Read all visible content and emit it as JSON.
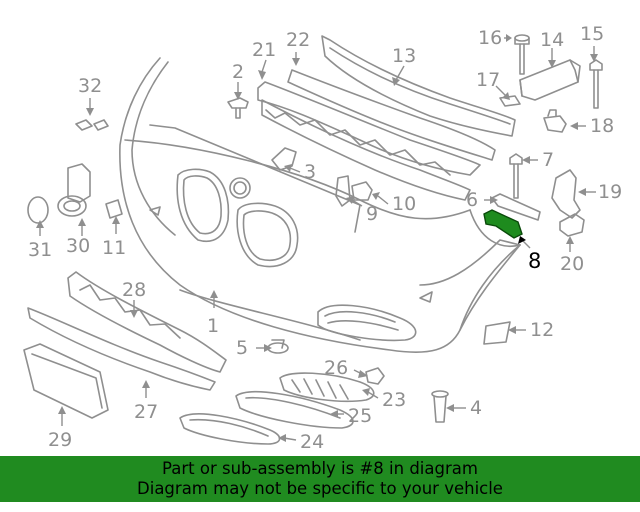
{
  "diagram": {
    "callouts": [
      "1",
      "2",
      "3",
      "4",
      "5",
      "6",
      "7",
      "8",
      "9",
      "10",
      "11",
      "12",
      "13",
      "14",
      "15",
      "16",
      "17",
      "18",
      "19",
      "20",
      "21",
      "22",
      "23",
      "24",
      "25",
      "26",
      "27",
      "28",
      "29",
      "30",
      "31",
      "32"
    ],
    "highlighted_part": "8",
    "colors": {
      "lines": "#8f8f8f",
      "highlight": "#1e8b1e",
      "banner": "#208b20"
    }
  },
  "banner": {
    "line1": "Part or sub-assembly is #8 in diagram",
    "line2": "Diagram may not be specific to your vehicle"
  }
}
